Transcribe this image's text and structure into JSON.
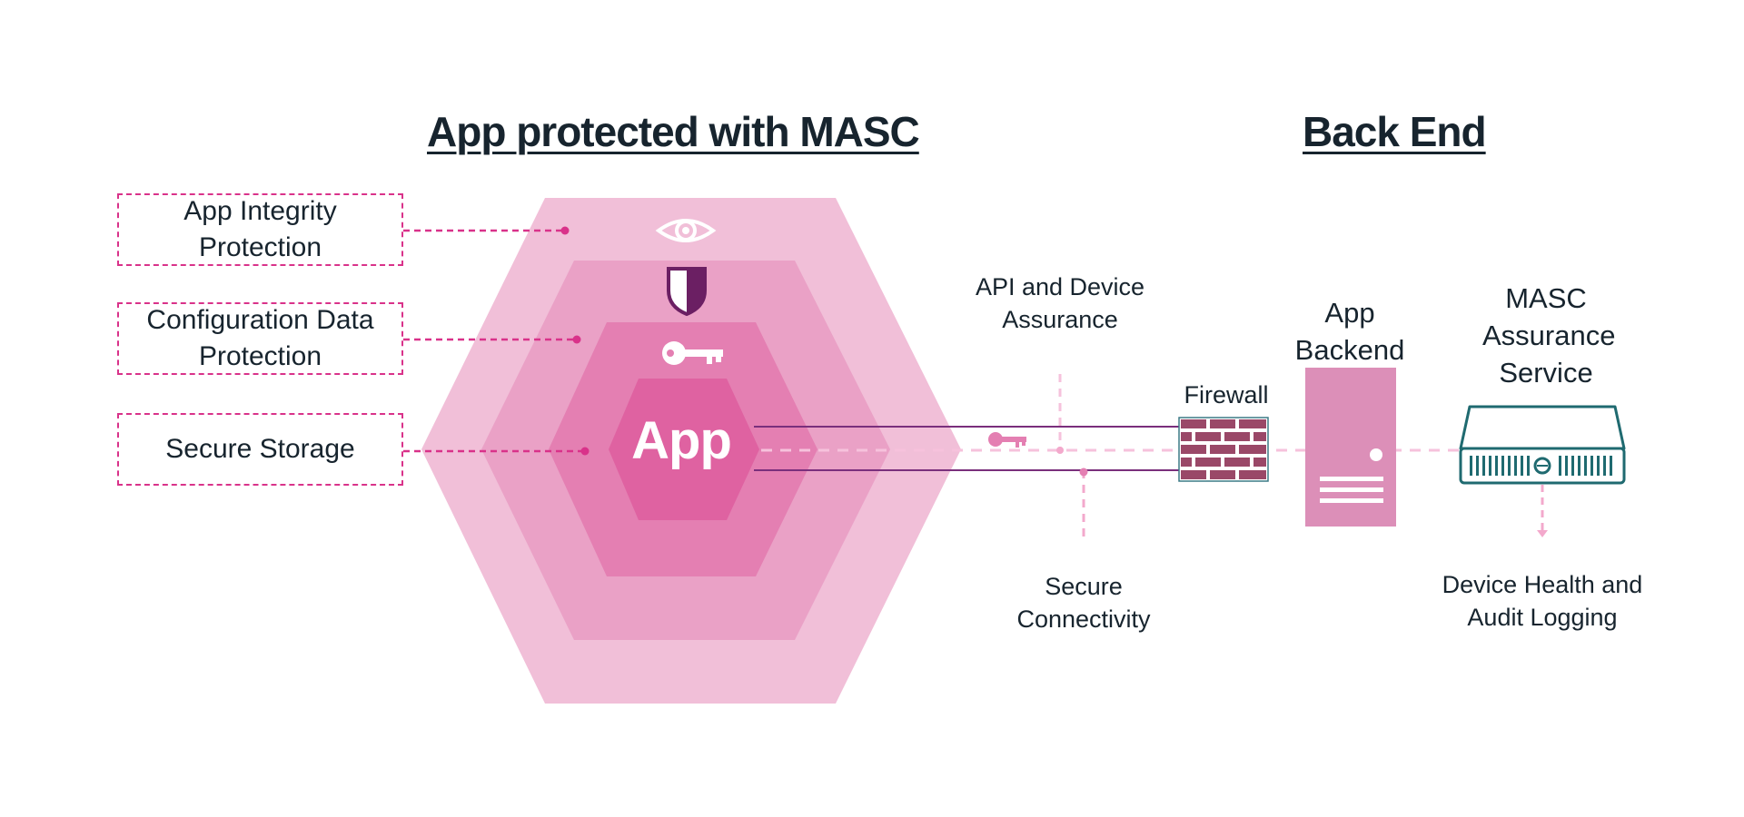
{
  "titles": {
    "app_section": "App protected with MASC",
    "backend_section": "Back End"
  },
  "features": [
    {
      "label": "App Integrity Protection",
      "icon": "eye-icon"
    },
    {
      "label": "Configuration Data Protection",
      "icon": "shield-icon"
    },
    {
      "label": "Secure Storage",
      "icon": "key-icon"
    }
  ],
  "app_label": "App",
  "labels": {
    "api_assurance": "API and Device Assurance",
    "secure_connectivity": "Secure Connectivity",
    "firewall": "Firewall",
    "app_backend": "App Backend",
    "masc_service": "MASC Assurance Service",
    "logging": "Device Health and Audit Logging"
  },
  "colors": {
    "hex_outer": "#f1bfd8",
    "hex_2": "#eaa1c6",
    "hex_3": "#e47fb2",
    "hex_inner": "#df62a1",
    "accent_dash": "#d9328a",
    "link_line": "#7a2f7c",
    "firewall_brick": "#9a4868",
    "server": "#dc8fb8",
    "service_teal": "#1f6a70"
  }
}
